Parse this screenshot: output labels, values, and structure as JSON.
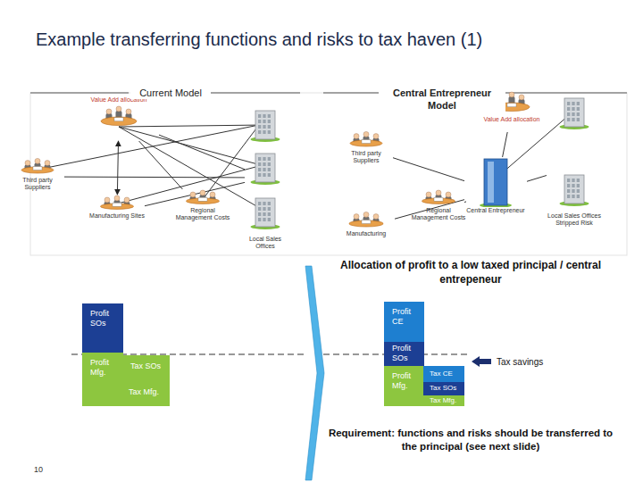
{
  "diagram": {
    "title": "Example transferring functions and risks to tax haven (1)",
    "nodes": [
      {
        "text": [
          "Value Add allocation"
        ]
      },
      {
        "text": [
          "Third party Suppliers"
        ]
      },
      {
        "text": [
          "Manufacturing Sites"
        ]
      },
      {
        "text": [
          "Regional Management Costs"
        ]
      },
      {
        "text": [
          "Local Sales Offices"
        ]
      },
      {
        "text": [
          "Value Add allocation"
        ]
      },
      {
        "text": [
          "Third party Suppliers"
        ]
      },
      {
        "text": [
          "Manufacturing"
        ]
      },
      {
        "text": [
          "Regional Management Costs"
        ]
      },
      {
        "text": [
          "Central Entrepreneur"
        ]
      },
      {
        "text": [
          "Local Sales Offices Stripped Risk"
        ]
      },
      {
        "text": [
          "Profit SOs"
        ]
      },
      {
        "text": [
          "Profit Mfg."
        ]
      },
      {
        "text": [
          "Tax SOs"
        ]
      },
      {
        "text": [
          "Tax Mfg."
        ]
      },
      {
        "text": [
          "Profit CE"
        ]
      },
      {
        "text": [
          "Profit SOs"
        ]
      },
      {
        "text": [
          "Profit Mfg."
        ]
      },
      {
        "text": [
          "Tax CE"
        ]
      },
      {
        "text": [
          "Tax SOs"
        ]
      },
      {
        "text": [
          "Tax Mfg."
        ]
      }
    ],
    "edges": [
      {
        "from": 0,
        "to": 2,
        "arrow": "both"
      },
      {
        "from": 0,
        "to": 3,
        "arrow": "none"
      },
      {
        "from": 0,
        "to": 4,
        "arrow": "none"
      },
      {
        "from": 1,
        "to": 4,
        "arrow": "none"
      },
      {
        "from": 2,
        "to": 4,
        "arrow": "none"
      },
      {
        "from": 6,
        "to": 9,
        "arrow": "none"
      },
      {
        "from": 7,
        "to": 9,
        "arrow": "none"
      },
      {
        "from": 8,
        "to": 9,
        "arrow": "none"
      },
      {
        "from": 5,
        "to": 9,
        "arrow": "none"
      },
      {
        "from": 9,
        "to": 10,
        "arrow": "none"
      }
    ],
    "labels": [
      "Current Model",
      "Central Entrepreneur Model",
      "Allocation of profit to a low taxed principal / central entrepeneur",
      "Tax savings",
      "Requirement: functions and risks should be transferred to the principal (see next slide)",
      "10"
    ]
  }
}
